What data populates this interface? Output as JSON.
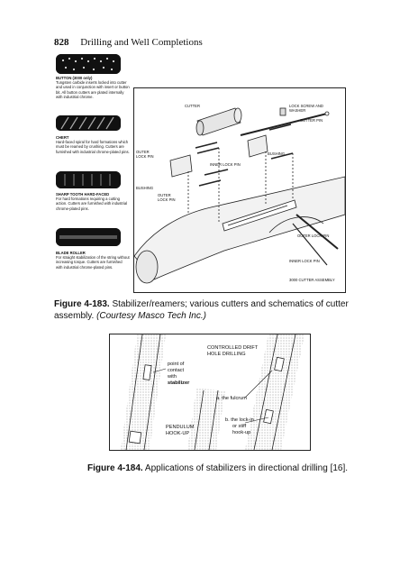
{
  "header": {
    "page_number": "828",
    "running_title": "Drilling and Well Completions"
  },
  "cutters": [
    {
      "title": "BUTTON (3000 only)",
      "body": "Tungsten carbide inserts locked into cutter and used in conjunction with insert or button bit. All button cutters are plated internally with industrial chrome."
    },
    {
      "title": "CHERT",
      "body": "Hard-faced spiral for hard formations which must be reamed by crushing. Cutters are furnished with industrial chrome-plated pins."
    },
    {
      "title": "SHARP TOOTH HARD-FACED",
      "body": "For hard formations requiring a cutting action. Cutters are furnished with industrial chrome-plated pins."
    },
    {
      "title": "BLADE ROLLER",
      "body": "For straight stabilization of the string without increasing torque. Cutters are furnished with industrial chrome-plated pins."
    }
  ],
  "fig1_labels": {
    "cutter": "CUTTER",
    "lock_screw": "LOCK SCREW AND WASHER",
    "cutter_pin": "CUTTER PIN",
    "outer_lock_pin_1": "OUTER LOCK PIN",
    "inner_lock_pin_1": "INNER LOCK PIN",
    "bushing_1": "BUSHING",
    "bushing_2": "BUSHING",
    "outer_lock_pin_2": "OUTER LOCK PIN",
    "outer_lock_pin_3": "OUTER LOCK PIN",
    "inner_lock_pin_2": "INNER LOCK PIN",
    "assembly": "3000 CUTTER ASSEMBLY"
  },
  "fig1_caption": {
    "label": "Figure 4-183.",
    "text": " Stabilizer/reamers; various cutters and schematics of cutter assembly. ",
    "credit": "(Courtesy Masco Tech Inc.)"
  },
  "fig2_labels": {
    "controlled": "CONTROLLED DRIFT",
    "hole": "HOLE DRILLING",
    "point1": "point of",
    "point2": "contact",
    "point3": "with",
    "point4": "stabilizer",
    "fulcrum": "a. the fulcrum",
    "lockin1": "b. the lock-in",
    "lockin2": "or stiff",
    "lockin3": "hook-up",
    "pendulum1": "PENDULUM",
    "pendulum2": "HOOK-UP"
  },
  "fig2_caption": {
    "label": "Figure 4-184.",
    "text": " Applications of stabilizers in directional drilling [16]."
  }
}
